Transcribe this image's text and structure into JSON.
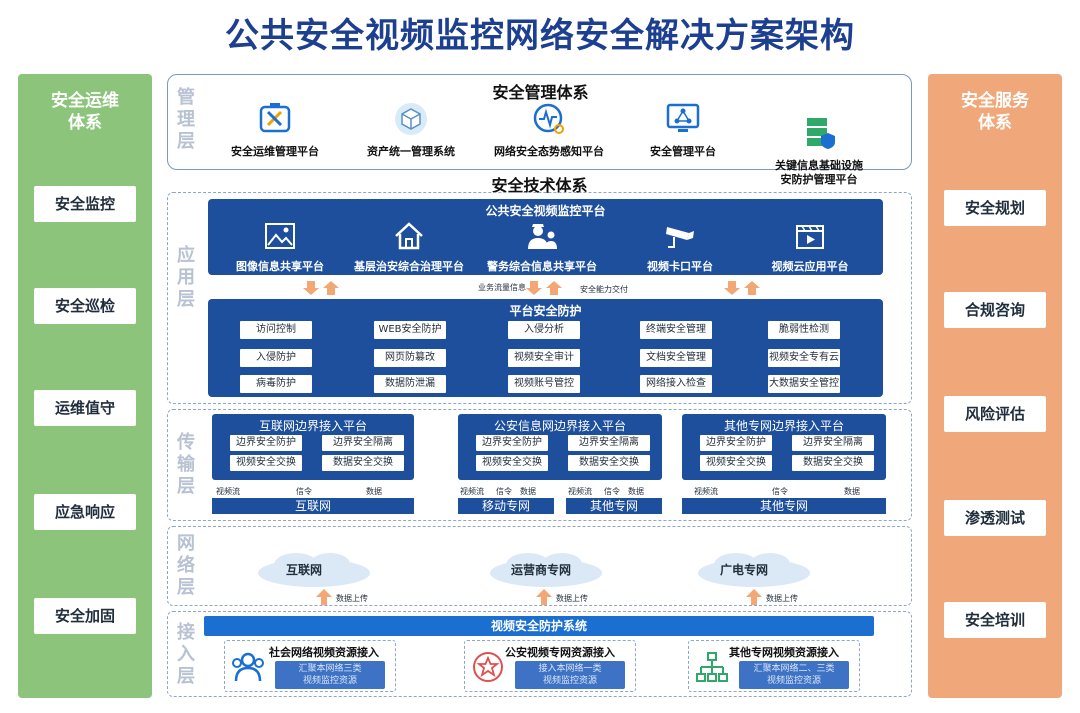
{
  "title": "公共安全视频监控网络安全解决方案架构",
  "left_column": {
    "title": "安全运维\n体系",
    "items": [
      "安全监控",
      "安全巡检",
      "运维值守",
      "应急响应",
      "安全加固"
    ]
  },
  "right_column": {
    "title": "安全服务\n体系",
    "items": [
      "安全规划",
      "合规咨询",
      "风险评估",
      "渗透测试",
      "安全培训"
    ]
  },
  "management_layer": {
    "label": "管\n理\n层",
    "title": "安全管理体系",
    "items": [
      {
        "label": "安全运维管理平台",
        "icon": "tools-icon"
      },
      {
        "label": "资产统一管理系统",
        "icon": "cube-icon"
      },
      {
        "label": "网络安全态势感知平台",
        "icon": "pulse-search-icon"
      },
      {
        "label": "安全管理平台",
        "icon": "network-monitor-icon"
      },
      {
        "label": "关键信息基础设施\n安防护管理平台",
        "icon": "server-shield-icon"
      }
    ]
  },
  "tech_title": "安全技术体系",
  "application_layer": {
    "label": "应\n用\n层",
    "platform_title": "公共安全视频监控平台",
    "apps": [
      {
        "label": "图像信息共享平台",
        "icon": "image-icon"
      },
      {
        "label": "基层治安综合治理平台",
        "icon": "home-icon"
      },
      {
        "label": "警务综合信息共享平台",
        "icon": "police-icon"
      },
      {
        "label": "视频卡口平台",
        "icon": "camera-icon"
      },
      {
        "label": "视频云应用平台",
        "icon": "video-icon"
      }
    ],
    "flow_left": "业务流量信息",
    "flow_right": "安全能力交付",
    "protection_title": "平台安全防护",
    "protection_rows": [
      [
        "访问控制",
        "WEB安全防护",
        "入侵分析",
        "终端安全管理",
        "脆弱性检测"
      ],
      [
        "入侵防护",
        "网页防篡改",
        "视频安全审计",
        "文档安全管理",
        "视频安全专有云"
      ],
      [
        "病毒防护",
        "数据防泄漏",
        "视频账号管控",
        "网络接入检查",
        "大数据安全管控"
      ]
    ]
  },
  "transport_layer": {
    "label": "传\n输\n层",
    "edges": [
      {
        "title": "互联网边界接入平台",
        "boxes": [
          "边界安全防护",
          "边界安全隔离",
          "视频安全交换",
          "数据安全交换"
        ],
        "signals": [
          "视频流",
          "信令",
          "数据"
        ],
        "networks": [
          "互联网"
        ]
      },
      {
        "title": "公安信息网边界接入平台",
        "boxes": [
          "边界安全防护",
          "边界安全隔离",
          "视频安全交换",
          "数据安全交换"
        ],
        "signals": [
          "视频流",
          "信令",
          "数据",
          "视频流",
          "信令",
          "数据"
        ],
        "networks": [
          "移动专网",
          "其他专网"
        ]
      },
      {
        "title": "其他专网边界接入平台",
        "boxes": [
          "边界安全防护",
          "边界安全隔离",
          "视频安全交换",
          "数据安全交换"
        ],
        "signals": [
          "视频流",
          "信令",
          "数据"
        ],
        "networks": [
          "其他专网"
        ]
      }
    ]
  },
  "network_layer": {
    "label": "网\n络\n层",
    "clouds": [
      "互联网",
      "运营商专网",
      "广电专网"
    ],
    "upload_label": "数据上传"
  },
  "access_layer": {
    "label": "接\n入\n层",
    "bar": "视频安全防护系统",
    "cards": [
      {
        "title": "社会网络视频资源接入",
        "sub": "汇聚本网络三类\n视频监控资源",
        "icon": "users-icon"
      },
      {
        "title": "公安视频专网资源接入",
        "sub": "接入本网络一类\n视频监控资源",
        "icon": "police-badge-icon"
      },
      {
        "title": "其他专网视频资源接入",
        "sub": "汇聚本网络二、三类\n视频监控资源",
        "icon": "hierarchy-icon"
      }
    ]
  },
  "colors": {
    "navy": "#1d4f9c",
    "green": "#8bc47a",
    "orange": "#f0a77a",
    "access_blue": "#1a6fd0"
  }
}
